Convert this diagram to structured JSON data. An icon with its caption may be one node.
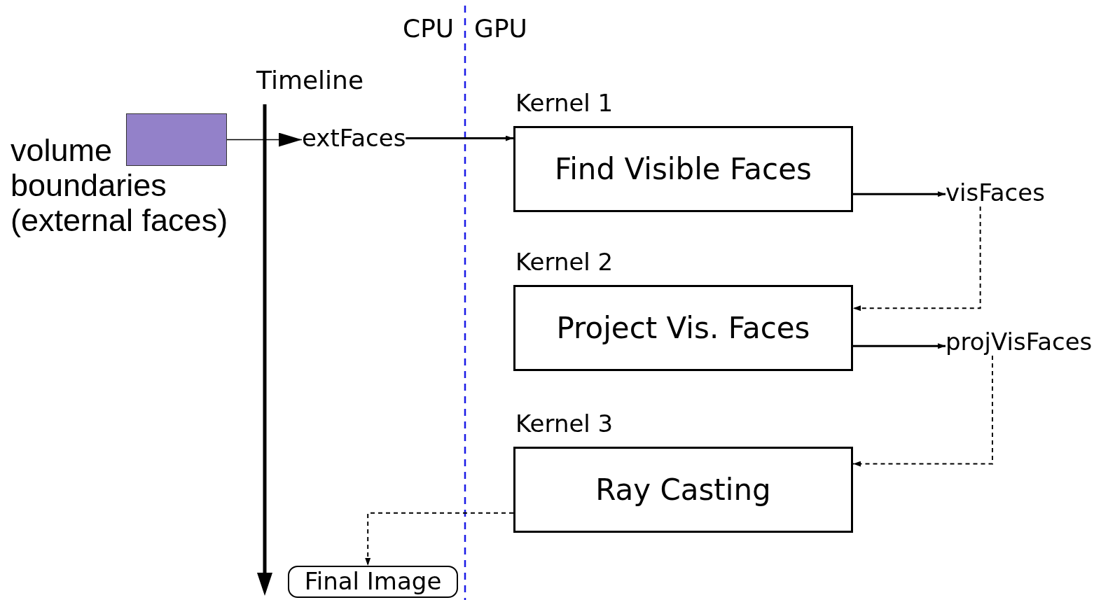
{
  "diagram": {
    "nodes": [
      {
        "text": [],
        "shape": "box",
        "beside": [
          "volume boundaries (external faces)"
        ]
      },
      {
        "text": [
          "extFaces"
        ]
      },
      {
        "text": [
          "Kernel 1",
          "Find Visible Faces"
        ]
      },
      {
        "text": [
          "visFaces"
        ]
      },
      {
        "text": [
          "Kernel 2",
          "Project Vis. Faces"
        ]
      },
      {
        "text": [
          "projVisFaces"
        ]
      },
      {
        "text": [
          "Kernel 3",
          "Ray Casting"
        ]
      },
      {
        "text": [
          "Final Image"
        ]
      }
    ],
    "edges": [
      {
        "from": 0,
        "to": 1,
        "arrow": "to"
      },
      {
        "from": 1,
        "to": 2,
        "arrow": "to"
      },
      {
        "from": 2,
        "to": 3,
        "arrow": "to"
      },
      {
        "from": 3,
        "to": 4,
        "arrow": "to",
        "style": "dashed"
      },
      {
        "from": 4,
        "to": 5,
        "arrow": "to"
      },
      {
        "from": 5,
        "to": 6,
        "arrow": "to",
        "style": "dashed"
      },
      {
        "from": 6,
        "to": 7,
        "arrow": "to",
        "style": "dashed"
      }
    ],
    "labels": [
      "CPU",
      "GPU",
      "Timeline"
    ]
  }
}
